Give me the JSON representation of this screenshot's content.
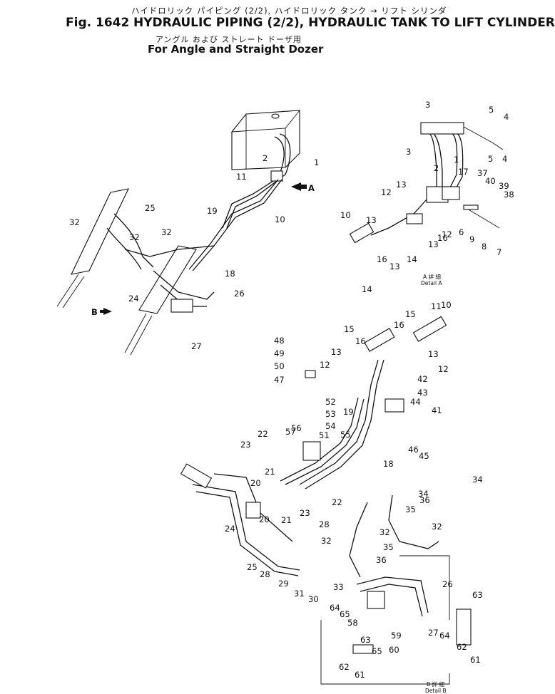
{
  "header": {
    "fig_number": "Fig. 1642",
    "title_jp": "ハイドロリック パイピング (2/2), ハイドロリック タンク → リフト シリンダ",
    "title_en": "HYDRAULIC PIPING (2/2), HYDRAULIC TANK TO LIFT CYLINDER",
    "subtitle_jp": "アングル および ストレート ドーザ用",
    "subtitle_en": "For Angle and Straight Dozer"
  },
  "views": {
    "arrow_a": "A",
    "arrow_b": "B",
    "detail_a_jp": "A 詳 細",
    "detail_a_en": "Detail A",
    "detail_b_jp": "B 詳 細",
    "detail_b_en": "Detail B"
  },
  "callouts": {
    "main": [
      "1",
      "2",
      "11",
      "10",
      "19",
      "18",
      "25",
      "32",
      "32",
      "32",
      "24",
      "26",
      "27"
    ],
    "detail_a": [
      "3",
      "3",
      "5",
      "4",
      "5",
      "4",
      "1",
      "2",
      "17",
      "37",
      "40",
      "39",
      "38",
      "13",
      "12",
      "13",
      "12",
      "10",
      "16",
      "13",
      "14",
      "6",
      "9",
      "8",
      "7",
      "13",
      "14",
      "16"
    ],
    "exploded": [
      "15",
      "11",
      "10",
      "15",
      "16",
      "16",
      "13",
      "12",
      "13",
      "12",
      "48",
      "49",
      "50",
      "47",
      "42",
      "43",
      "44",
      "41",
      "46",
      "45",
      "52",
      "53",
      "54",
      "56",
      "57",
      "51",
      "55",
      "19",
      "18",
      "23",
      "22",
      "21",
      "20",
      "20",
      "24",
      "21",
      "23",
      "22",
      "28",
      "25",
      "28",
      "29",
      "31",
      "30",
      "33",
      "32",
      "32",
      "34",
      "36",
      "35",
      "32",
      "35",
      "36",
      "34",
      "26",
      "63",
      "64",
      "65",
      "58",
      "63",
      "59",
      "27",
      "64",
      "65",
      "60",
      "62",
      "61",
      "62",
      "61"
    ]
  }
}
